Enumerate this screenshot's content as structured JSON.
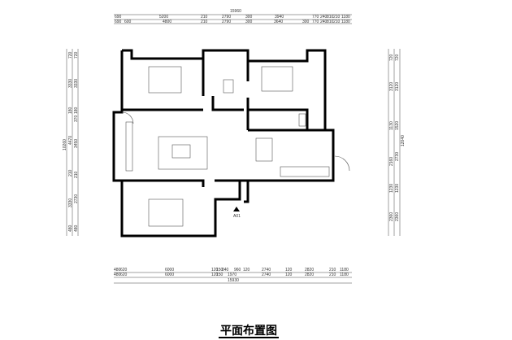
{
  "title": "平面布置图",
  "marker": "A01",
  "top_dims": {
    "total": "15960",
    "row1": [
      "690",
      "5200",
      "210",
      "2790",
      "300",
      "3940",
      "770",
      "240",
      "810",
      "210",
      "1180"
    ],
    "row2": [
      "690",
      "600",
      "4800",
      "210",
      "2790",
      "300",
      "3640",
      "300",
      "770",
      "240",
      "810",
      "210",
      "1180"
    ]
  },
  "bottom_dims": {
    "total": "15930",
    "row1": [
      "480",
      "620",
      "6000",
      "120",
      "150",
      "840",
      "960",
      "120",
      "2740",
      "120",
      "2820",
      "210",
      "1180"
    ],
    "row2": [
      "480",
      "620",
      "6000",
      "120",
      "150",
      "1970",
      "2740",
      "120",
      "2820",
      "210",
      "1180"
    ]
  },
  "left_dims": {
    "total": "10260",
    "col2": [
      "720",
      "3330",
      "180",
      "4470",
      "210",
      "3330",
      "480"
    ],
    "col3": [
      "720",
      "3330",
      "180",
      "370",
      "3450",
      "210",
      "2730",
      "480"
    ]
  },
  "right_dims": {
    "total": "12040",
    "col1": [
      "720",
      "3120",
      "1130",
      "2160",
      "1230",
      "2360"
    ],
    "col2": [
      "720",
      "3120",
      "1520",
      "2730",
      "1230",
      "2360"
    ]
  }
}
